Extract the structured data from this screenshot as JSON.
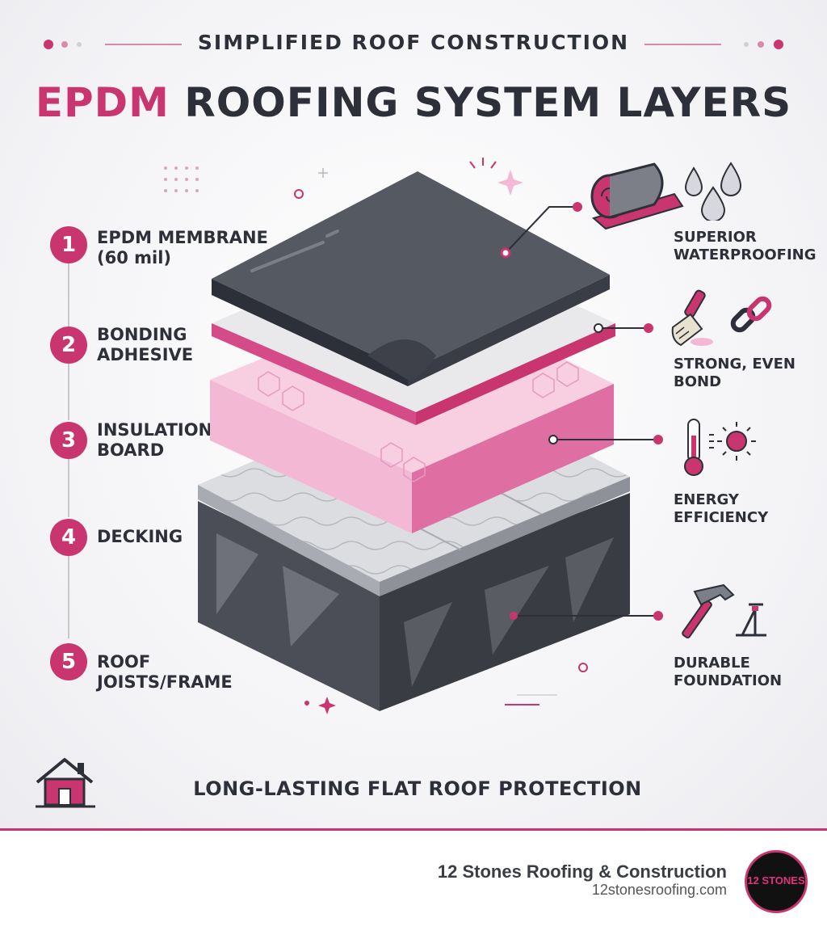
{
  "header": {
    "kicker": "SIMPLIFIED ROOF CONSTRUCTION",
    "title_accent": "EPDM",
    "title_rest": " ROOFING SYSTEM LAYERS"
  },
  "layers": [
    {
      "number": "1",
      "label": "EPDM MEMBRANE (60 mil)"
    },
    {
      "number": "2",
      "label": "BONDING ADHESIVE"
    },
    {
      "number": "3",
      "label": "INSULATION BOARD"
    },
    {
      "number": "4",
      "label": "DECKING"
    },
    {
      "number": "5",
      "label": "ROOF JOISTS/FRAME"
    }
  ],
  "benefits": [
    {
      "label": "SUPERIOR WATERPROOFING",
      "icons": [
        "membrane-roll-icon",
        "water-drops-icon"
      ]
    },
    {
      "label": "STRONG, EVEN BOND",
      "icons": [
        "paint-brush-icon",
        "chain-link-icon"
      ]
    },
    {
      "label": "ENERGY EFFICIENCY",
      "icons": [
        "thermometer-icon",
        "sun-icon"
      ]
    },
    {
      "label": "DURABLE FOUNDATION",
      "icons": [
        "hammer-icon",
        "support-beam-icon"
      ]
    }
  ],
  "bottom": {
    "tagline": "LONG-LASTING FLAT ROOF PROTECTION",
    "icon": "house-icon"
  },
  "footer": {
    "company": "12 Stones Roofing & Construction",
    "website": "12stonesroofing.com",
    "logo_text": "12 STONES"
  },
  "colors": {
    "accent": "#c9356f",
    "dark": "#2d3039",
    "membrane": "#50545d",
    "insulation": "#f2b8d4"
  }
}
